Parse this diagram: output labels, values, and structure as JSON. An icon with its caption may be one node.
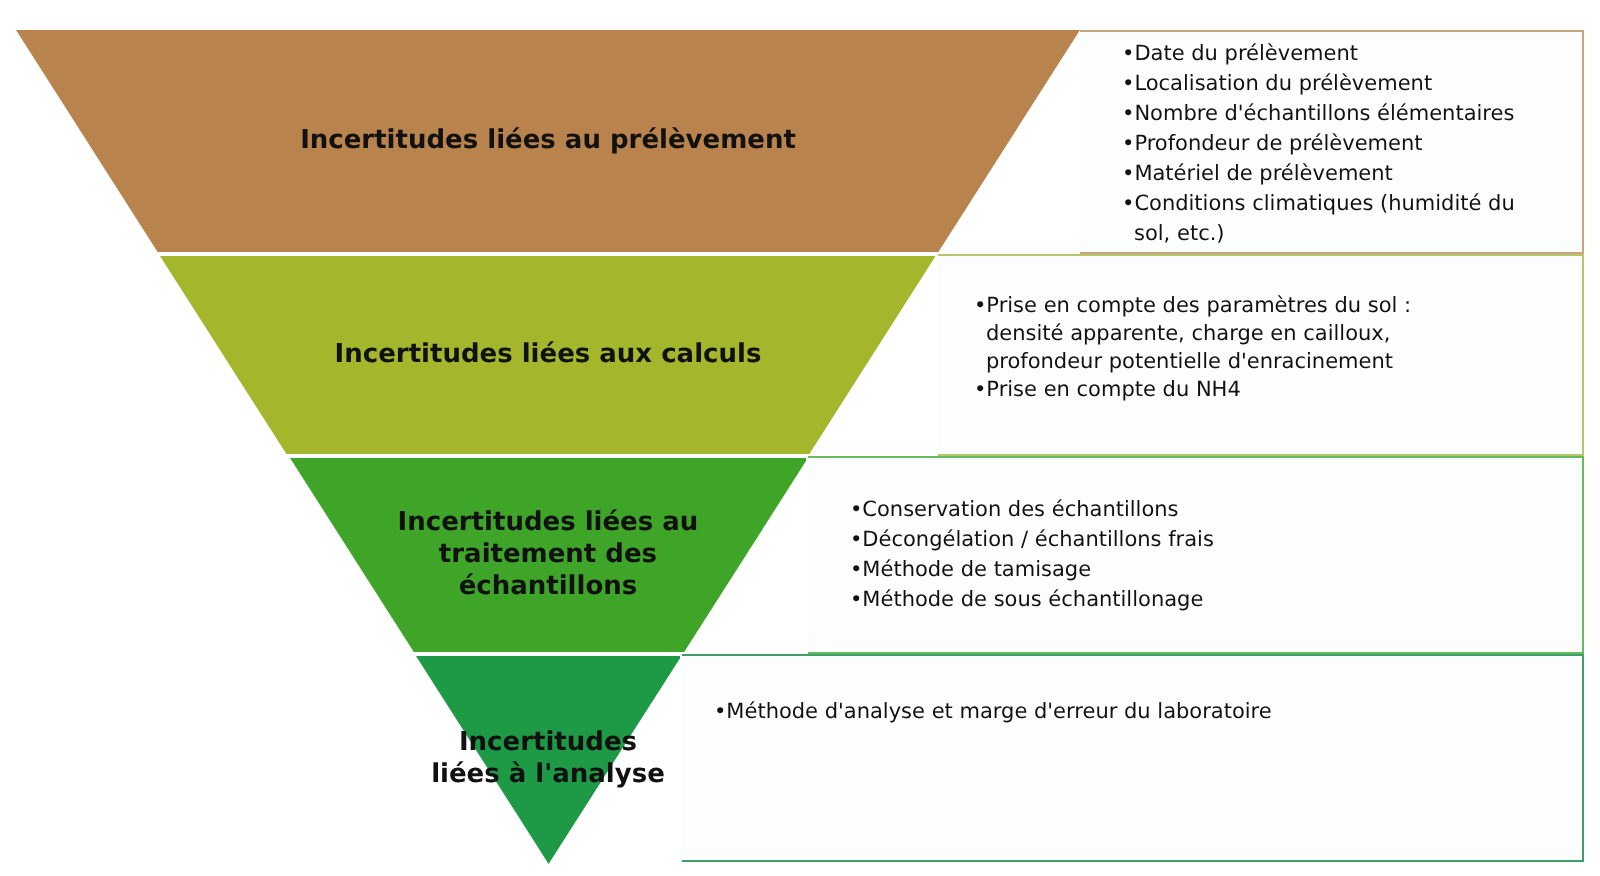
{
  "diagram": {
    "nodes": [
      {
        "text": [
          "Incertitudes liées au prélèvement"
        ]
      },
      {
        "text": [
          "•Date du prélèvement",
          "•Localisation du prélèvement",
          "•Nombre d'échantillons élémentaires",
          "•Profondeur de prélèvement",
          "•Matériel de prélèvement",
          "•Conditions climatiques (humidité du sol, etc.)"
        ]
      },
      {
        "text": [
          "Incertitudes liées aux calculs"
        ]
      },
      {
        "text": [
          "•Prise en compte des paramètres du sol : densité apparente, charge en cailloux, profondeur potentielle d'enracinement",
          "•Prise en compte du NH4"
        ]
      },
      {
        "text": [
          "Incertitudes liées au traitement des échantillons"
        ]
      },
      {
        "text": [
          "•Conservation des échantillons",
          "•Décongélation / échantillons frais",
          "•Méthode de tamisage",
          "•Méthode de sous échantillonage"
        ]
      },
      {
        "text": [
          "Incertitudes liées à l'analyse"
        ]
      },
      {
        "text": [
          "•Méthode d'analyse et marge d'erreur du laboratoire"
        ]
      }
    ]
  }
}
